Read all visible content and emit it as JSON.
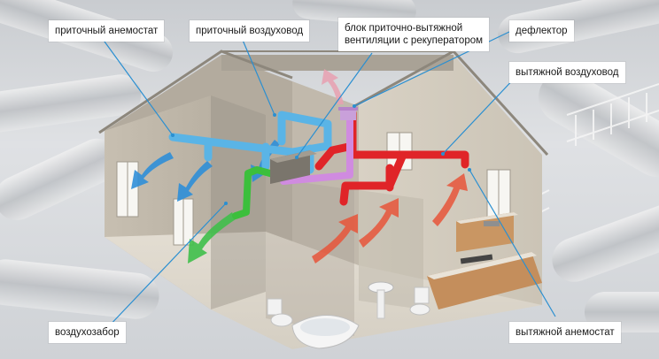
{
  "labels": {
    "supply_anemostat": "приточный анемостат",
    "supply_duct": "приточный воздуховод",
    "unit_line1": "блок приточно-вытяжной",
    "unit_line2": "вентиляции с рекуператором",
    "deflector": "дефлектор",
    "exhaust_duct": "вытяжной воздуховод",
    "air_intake": "воздухозабор",
    "exhaust_anemostat": "вытяжной анемостат"
  },
  "colors": {
    "supply_duct": "#5ab4e6",
    "exhaust_duct": "#e02428",
    "fresh_air_duct": "#3cbf3c",
    "unit_connection": "#d08be0",
    "warm_flow": "#e8553a",
    "fresh_flow": "#3fbf4a",
    "supply_flow": "#2f8fd8",
    "leader_line": "#2a8fd1"
  }
}
